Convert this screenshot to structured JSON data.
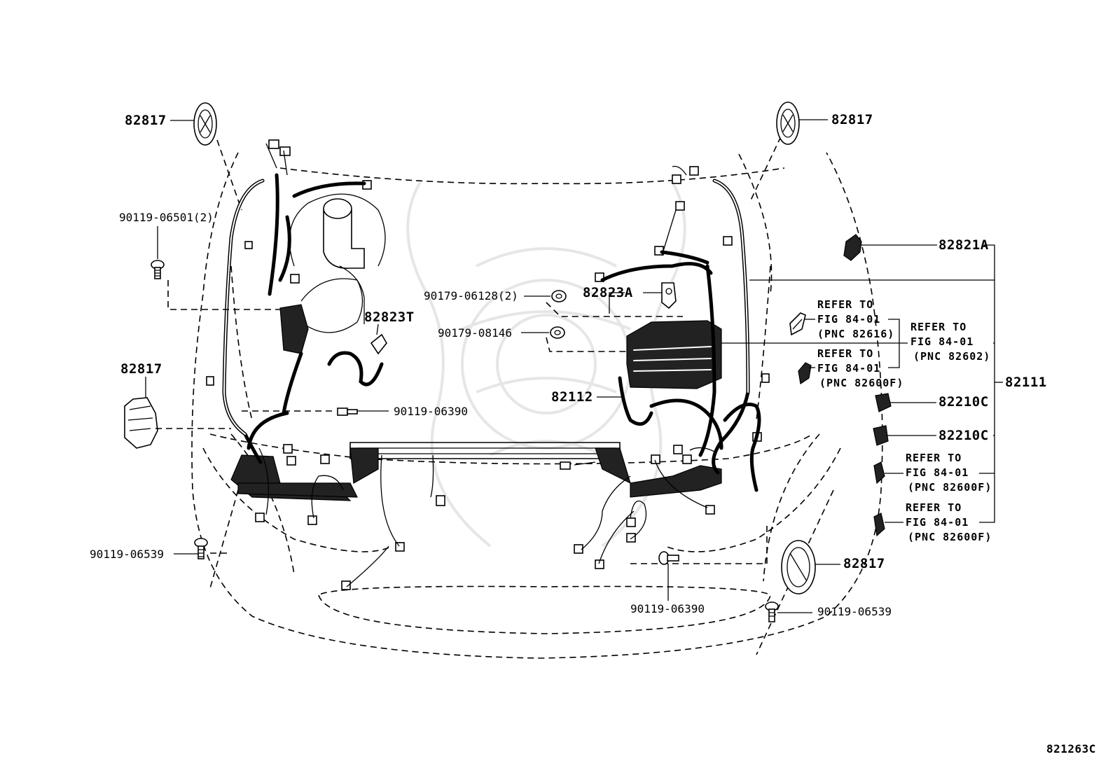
{
  "diagram": {
    "figure_code": "821263C",
    "labels": {
      "grommet_top_left": "82817",
      "grommet_top_right": "82817",
      "grommet_mid_left": "82817",
      "grommet_bottom_right": "82817",
      "bolt_06501": "90119-06501(2)",
      "nut_06128": "90179-06128(2)",
      "nut_08146": "90179-08146",
      "connector_82823T": "82823T",
      "connector_82823A": "82823A",
      "wire_82112": "82112",
      "bolt_06390_left": "90119-06390",
      "bolt_06390_bottom": "90119-06390",
      "bolt_06539_left": "90119-06539",
      "bolt_06539_right": "90119-06539",
      "connector_82821A": "82821A",
      "harness_82111": "82111",
      "connector_82210C_1": "82210C",
      "connector_82210C_2": "82210C"
    },
    "refer_notes": [
      {
        "line1": "REFER TO",
        "line2": "FIG 84-01",
        "line3": "(PNC 82616)"
      },
      {
        "line1": "REFER TO",
        "line2": "FIG 84-01",
        "line3": "(PNC 82602)"
      },
      {
        "line1": "REFER TO",
        "line2": "FIG 84-01",
        "line3": "(PNC 82600F)"
      },
      {
        "line1": "REFER TO",
        "line2": "FIG 84-01",
        "line3": "(PNC 82600F)"
      },
      {
        "line1": "REFER TO",
        "line2": "FIG 84-01",
        "line3": "(PNC 82600F)"
      }
    ]
  }
}
